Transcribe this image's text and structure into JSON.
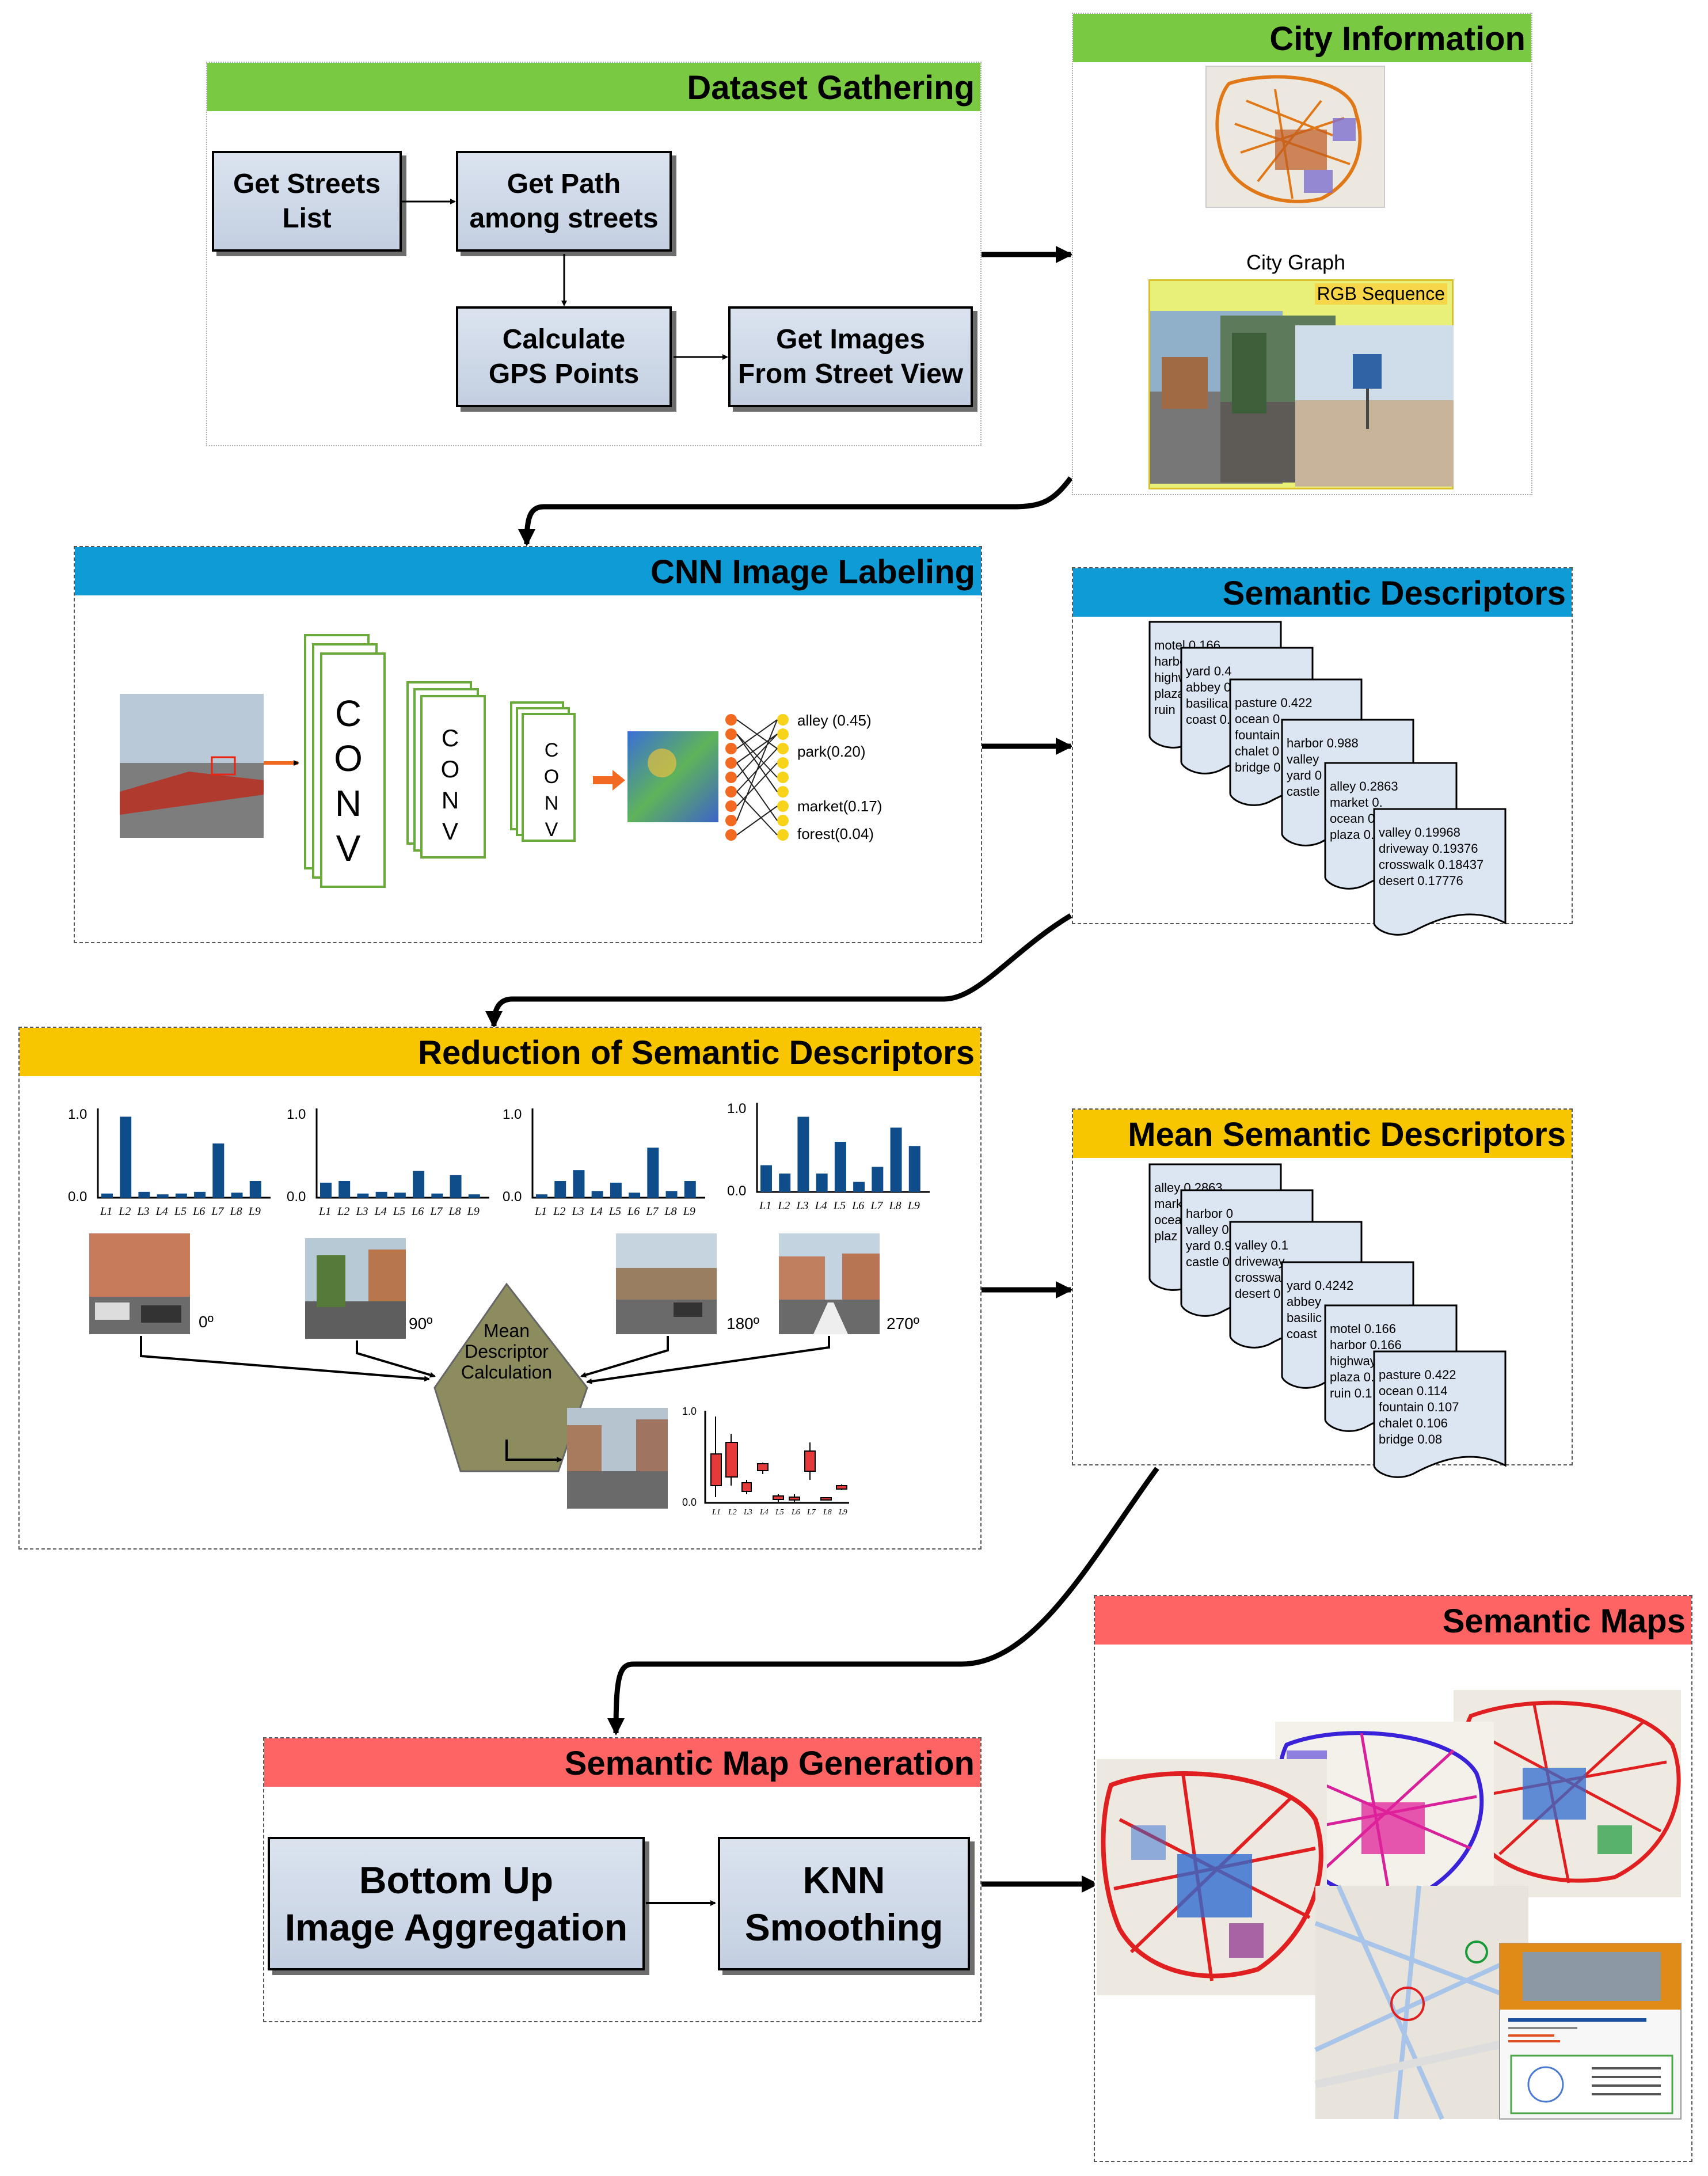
{
  "dataset": {
    "title": "Dataset Gathering",
    "steps": [
      "Get Streets\nList",
      "Get Path\namong streets",
      "Calculate\nGPS Points",
      "Get Images\nFrom Street View"
    ]
  },
  "city": {
    "title": "City Information",
    "graph_caption": "City Graph",
    "rgb_caption": "RGB Sequence"
  },
  "cnn": {
    "title": "CNN Image Labeling",
    "conv_label": "CONV",
    "outputs": [
      "alley (0.45)",
      "park(0.20)",
      "market(0.17)",
      "forest(0.04)"
    ]
  },
  "semantic": {
    "title": "Semantic Descriptors",
    "docs": [
      [
        "motel 0.166",
        "harbor",
        "highw",
        "plaza",
        "ruin"
      ],
      [
        "yard 0.4",
        "abbey 0",
        "basilica",
        "coast 0."
      ],
      [
        "pasture 0.422",
        "ocean 0.",
        "fountain",
        "chalet 0",
        "bridge 0."
      ],
      [
        "harbor 0.988",
        "valley",
        "yard 0",
        "castle"
      ],
      [
        "alley 0.2863",
        "market 0.",
        "ocean 0.",
        "plaza 0."
      ],
      [
        "valley 0.19968",
        "driveway 0.19376",
        "crosswalk 0.18437",
        "desert 0.17776"
      ]
    ]
  },
  "reduction": {
    "title": "Reduction of Semantic Descriptors",
    "y_top": "1.0",
    "y_bottom": "0.0",
    "labels": [
      "L1",
      "L2",
      "L3",
      "L4",
      "L5",
      "L6",
      "L7",
      "L8",
      "L9"
    ],
    "angles": [
      "0º",
      "90º",
      "180º",
      "270º"
    ],
    "mean_label": "Mean\nDescriptor\nCalculation"
  },
  "mean": {
    "title": "Mean Semantic Descriptors",
    "docs": [
      [
        "alley 0.2863",
        "mark",
        "ocea",
        "plaz"
      ],
      [
        "harbor 0",
        "valley 0",
        "yard 0.9",
        "castle 0"
      ],
      [
        "valley 0.1",
        "driveway",
        "crosswal",
        "desert 0."
      ],
      [
        "yard 0.4242",
        "abbey",
        "basilic",
        "coast"
      ],
      [
        "motel 0.166",
        "harbor 0.166",
        "highway",
        "plaza 0.1",
        "ruin 0.1"
      ],
      [
        "pasture 0.422",
        "ocean 0.114",
        "fountain 0.107",
        "chalet 0.106",
        "bridge 0.08"
      ]
    ]
  },
  "semmaps": {
    "title": "Semantic Maps"
  },
  "mapgen": {
    "title": "Semantic Map Generation",
    "steps": [
      "Bottom Up\nImage Aggregation",
      "KNN\nSmoothing"
    ]
  },
  "chart_data": [
    {
      "type": "bar",
      "categories": [
        "L1",
        "L2",
        "L3",
        "L4",
        "L5",
        "L6",
        "L7",
        "L8",
        "L9"
      ],
      "values": [
        0.05,
        0.97,
        0.07,
        0.04,
        0.05,
        0.07,
        0.65,
        0.06,
        0.2
      ],
      "ylim": [
        0,
        1
      ]
    },
    {
      "type": "bar",
      "categories": [
        "L1",
        "L2",
        "L3",
        "L4",
        "L5",
        "L6",
        "L7",
        "L8",
        "L9"
      ],
      "values": [
        0.18,
        0.2,
        0.05,
        0.07,
        0.06,
        0.32,
        0.05,
        0.27,
        0.04
      ],
      "ylim": [
        0,
        1
      ]
    },
    {
      "type": "bar",
      "categories": [
        "L1",
        "L2",
        "L3",
        "L4",
        "L5",
        "L6",
        "L7",
        "L8",
        "L9"
      ],
      "values": [
        0.04,
        0.2,
        0.33,
        0.08,
        0.18,
        0.06,
        0.6,
        0.08,
        0.2
      ],
      "ylim": [
        0,
        1
      ]
    },
    {
      "type": "bar",
      "categories": [
        "L1",
        "L2",
        "L3",
        "L4",
        "L5",
        "L6",
        "L7",
        "L8",
        "L9"
      ],
      "values": [
        0.32,
        0.22,
        0.9,
        0.22,
        0.6,
        0.12,
        0.3,
        0.77,
        0.55
      ],
      "ylim": [
        0,
        1
      ]
    }
  ]
}
